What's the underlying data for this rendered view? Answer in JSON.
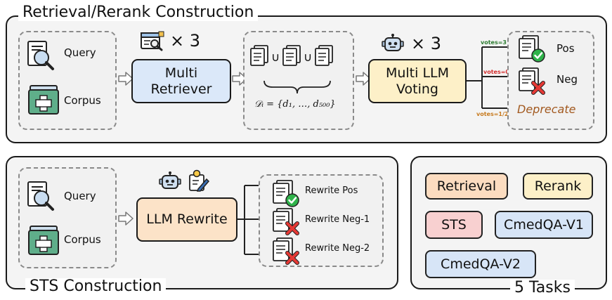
{
  "retrieval_panel": {
    "title": "Retrieval/Rerank Construction",
    "query_label": "Query",
    "corpus_label": "Corpus",
    "retriever_times": "× 3",
    "retriever_box": [
      "Multi",
      "Retriever"
    ],
    "union_symbol": "∪",
    "doc_set_formula": "𝒟ᵢ = {d₁, …, d₅₀₀}",
    "llm_times": "× 3",
    "voting_box": [
      "Multi LLM",
      "Voting"
    ],
    "votes_all": "votes=3",
    "votes_none": "votes=0",
    "votes_partial": "votes=1/2",
    "pos_label": "Pos",
    "neg_label": "Neg",
    "deprecate_label": "Deprecate"
  },
  "sts_panel": {
    "title": "STS Construction",
    "query_label": "Query",
    "corpus_label": "Corpus",
    "rewrite_box": "LLM Rewrite",
    "outputs": [
      "Rewrite Pos",
      "Rewrite Neg-1",
      "Rewrite Neg-2"
    ]
  },
  "tasks_panel": {
    "title": "5 Tasks",
    "tasks": [
      "Retrieval",
      "Rerank",
      "STS",
      "CmedQA-V1",
      "CmedQA-V2"
    ]
  },
  "colors": {
    "retriever_fill": "#dbe8f9",
    "voting_fill": "#fdf0c8",
    "rewrite_fill": "#fce3c8",
    "task_retrieval": "#fcdcc0",
    "task_rerank": "#fdf0c8",
    "task_sts": "#f8d0d0",
    "task_cmedqa": "#d7e5f7",
    "vote_green": "#2e7d32",
    "vote_red": "#d32f2f",
    "vote_orange": "#c77a1e",
    "deprecate": "#a2591f"
  }
}
